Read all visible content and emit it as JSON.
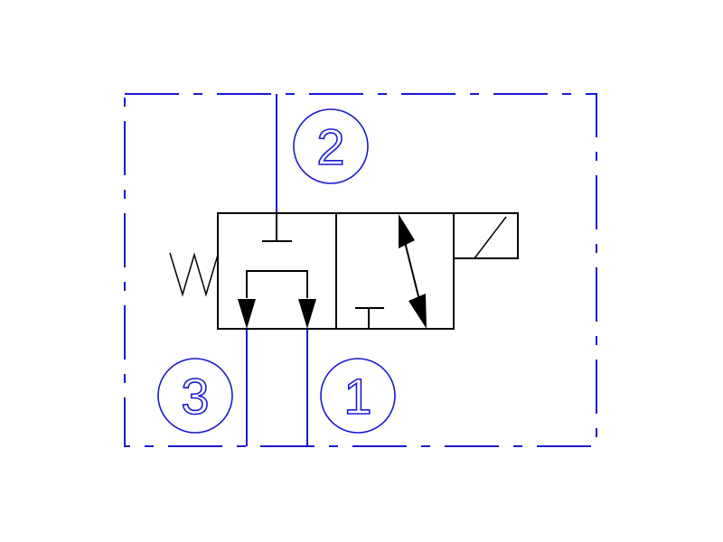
{
  "diagram": {
    "type": "hydraulic-valve-symbol",
    "ports": [
      {
        "id": "port-2",
        "label": "2"
      },
      {
        "id": "port-3",
        "label": "3"
      },
      {
        "id": "port-1",
        "label": "1"
      }
    ],
    "colors": {
      "envelope": "#1a1ad0",
      "symbol": "#000000",
      "background": "#ffffff"
    }
  }
}
